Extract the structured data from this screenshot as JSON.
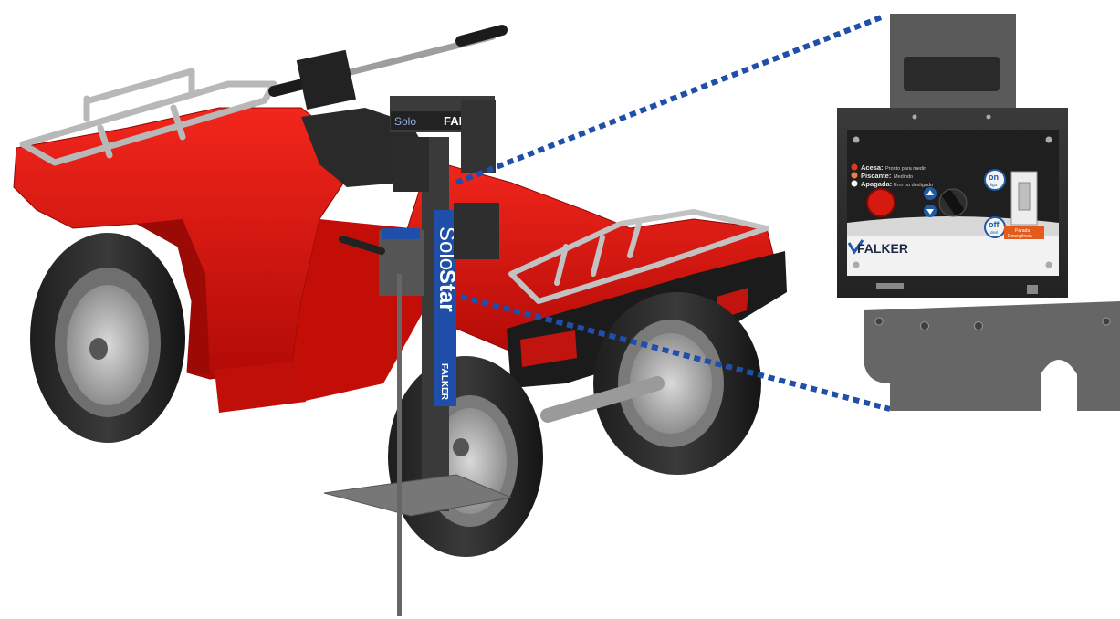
{
  "device": {
    "brand_label": "FALKER",
    "product_name_part1": "Solo",
    "product_name_part2": "Star",
    "mast_brand_label": "FALKER"
  },
  "control_panel": {
    "brand_label": "FALKER",
    "legend": [
      {
        "term": "Acesa:",
        "desc": "Pronto para medir",
        "color": "#e03a1e"
      },
      {
        "term": "Piscante:",
        "desc": "Medindo",
        "color": "#e03a1e"
      },
      {
        "term": "Apagada:",
        "desc": "Erro ou desligado",
        "color": "#f2f2f2"
      }
    ],
    "on_button": {
      "label": "on",
      "sub": "liga"
    },
    "off_button": {
      "label": "off",
      "sub": "desl"
    },
    "emergency_label_line1": "Parada",
    "emergency_label_line2": "Emergência"
  },
  "colors": {
    "vehicle_red": "#d8120c",
    "panel_dark": "#2b2b2b",
    "bracket_grey": "#5f5f5f",
    "callout_blue": "#1f4fa8",
    "button_blue": "#1d5aa8"
  }
}
